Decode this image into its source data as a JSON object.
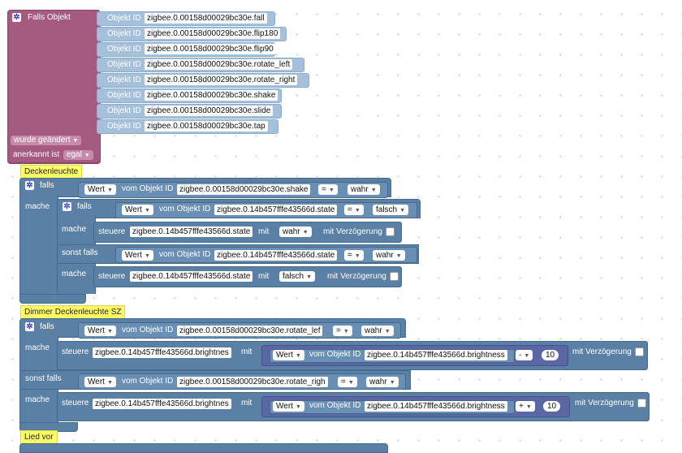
{
  "event_block": {
    "title": "Falls Objekt",
    "object_id_label": "Objekt ID",
    "object_ids": [
      "zigbee.0.00158d00029bc30e.fall",
      "zigbee.0.00158d00029bc30e.flip180",
      "zigbee.0.00158d00029bc30e.flip90",
      "zigbee.0.00158d00029bc30e.rotate_left",
      "zigbee.0.00158d00029bc30e.rotate_right",
      "zigbee.0.00158d00029bc30e.shake",
      "zigbee.0.00158d00029bc30e.slide",
      "zigbee.0.00158d00029bc30e.tap"
    ],
    "trigger": "wurde geändert",
    "ack_label": "anerkannt ist",
    "ack_value": "egal"
  },
  "labels": {
    "falls": "falls",
    "mache": "mache",
    "sonst_falls": "sonst falls",
    "wert": "Wert",
    "vom_objekt_id": "vom Objekt ID",
    "steuere": "steuere",
    "mit": "mit",
    "mit_verzoegerung": "mit Verzögerung",
    "eq": "=",
    "wahr": "wahr",
    "falsch": "falsch"
  },
  "section1": {
    "comment": "Deckenleuchte",
    "cond_id": "zigbee.0.00158d00029bc30e.shake",
    "inner_state_id": "zigbee.0.14b457fffe43566d.state",
    "control_id": "zigbee.0.14b457fffe43566d.state"
  },
  "section2": {
    "comment": "Dimmer Deckenleuchte SZ",
    "cond1_id": "zigbee.0.00158d00029bc30e.rotate_lef",
    "cond2_id": "zigbee.0.00158d00029bc30e.rotate_righ",
    "brightness_id": "zigbee.0.14b457fffe43566d.brightnes",
    "brightness_value_id": "zigbee.0.14b457fffe43566d.brightness",
    "minus": "-",
    "plus": "+",
    "step": "10"
  },
  "section3": {
    "comment": "Lied vor"
  },
  "colors": {
    "event": "#a55b80",
    "logic": "#5b80a5",
    "math": "#5b67a5",
    "comment": "#ffff66"
  }
}
